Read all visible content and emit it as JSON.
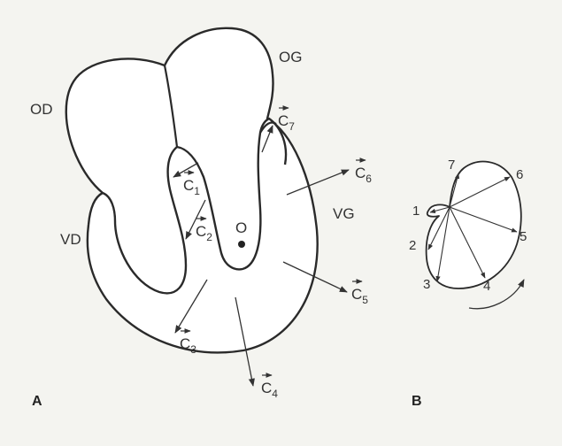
{
  "panels": {
    "a": "A",
    "b": "B"
  },
  "chambers": {
    "od": "OD",
    "og": "OG",
    "vd": "VD",
    "vg": "VG"
  },
  "origin": "O",
  "vectors": [
    {
      "letter": "C",
      "sub": "1"
    },
    {
      "letter": "C",
      "sub": "2"
    },
    {
      "letter": "C",
      "sub": "3"
    },
    {
      "letter": "C",
      "sub": "4"
    },
    {
      "letter": "C",
      "sub": "5"
    },
    {
      "letter": "C",
      "sub": "6"
    },
    {
      "letter": "C",
      "sub": "7"
    }
  ],
  "loop_numbers": [
    "1",
    "2",
    "3",
    "4",
    "5",
    "6",
    "7"
  ],
  "colors": {
    "line": "#2a2a2a",
    "background": "#f4f4f0",
    "fill": "#ffffff"
  }
}
